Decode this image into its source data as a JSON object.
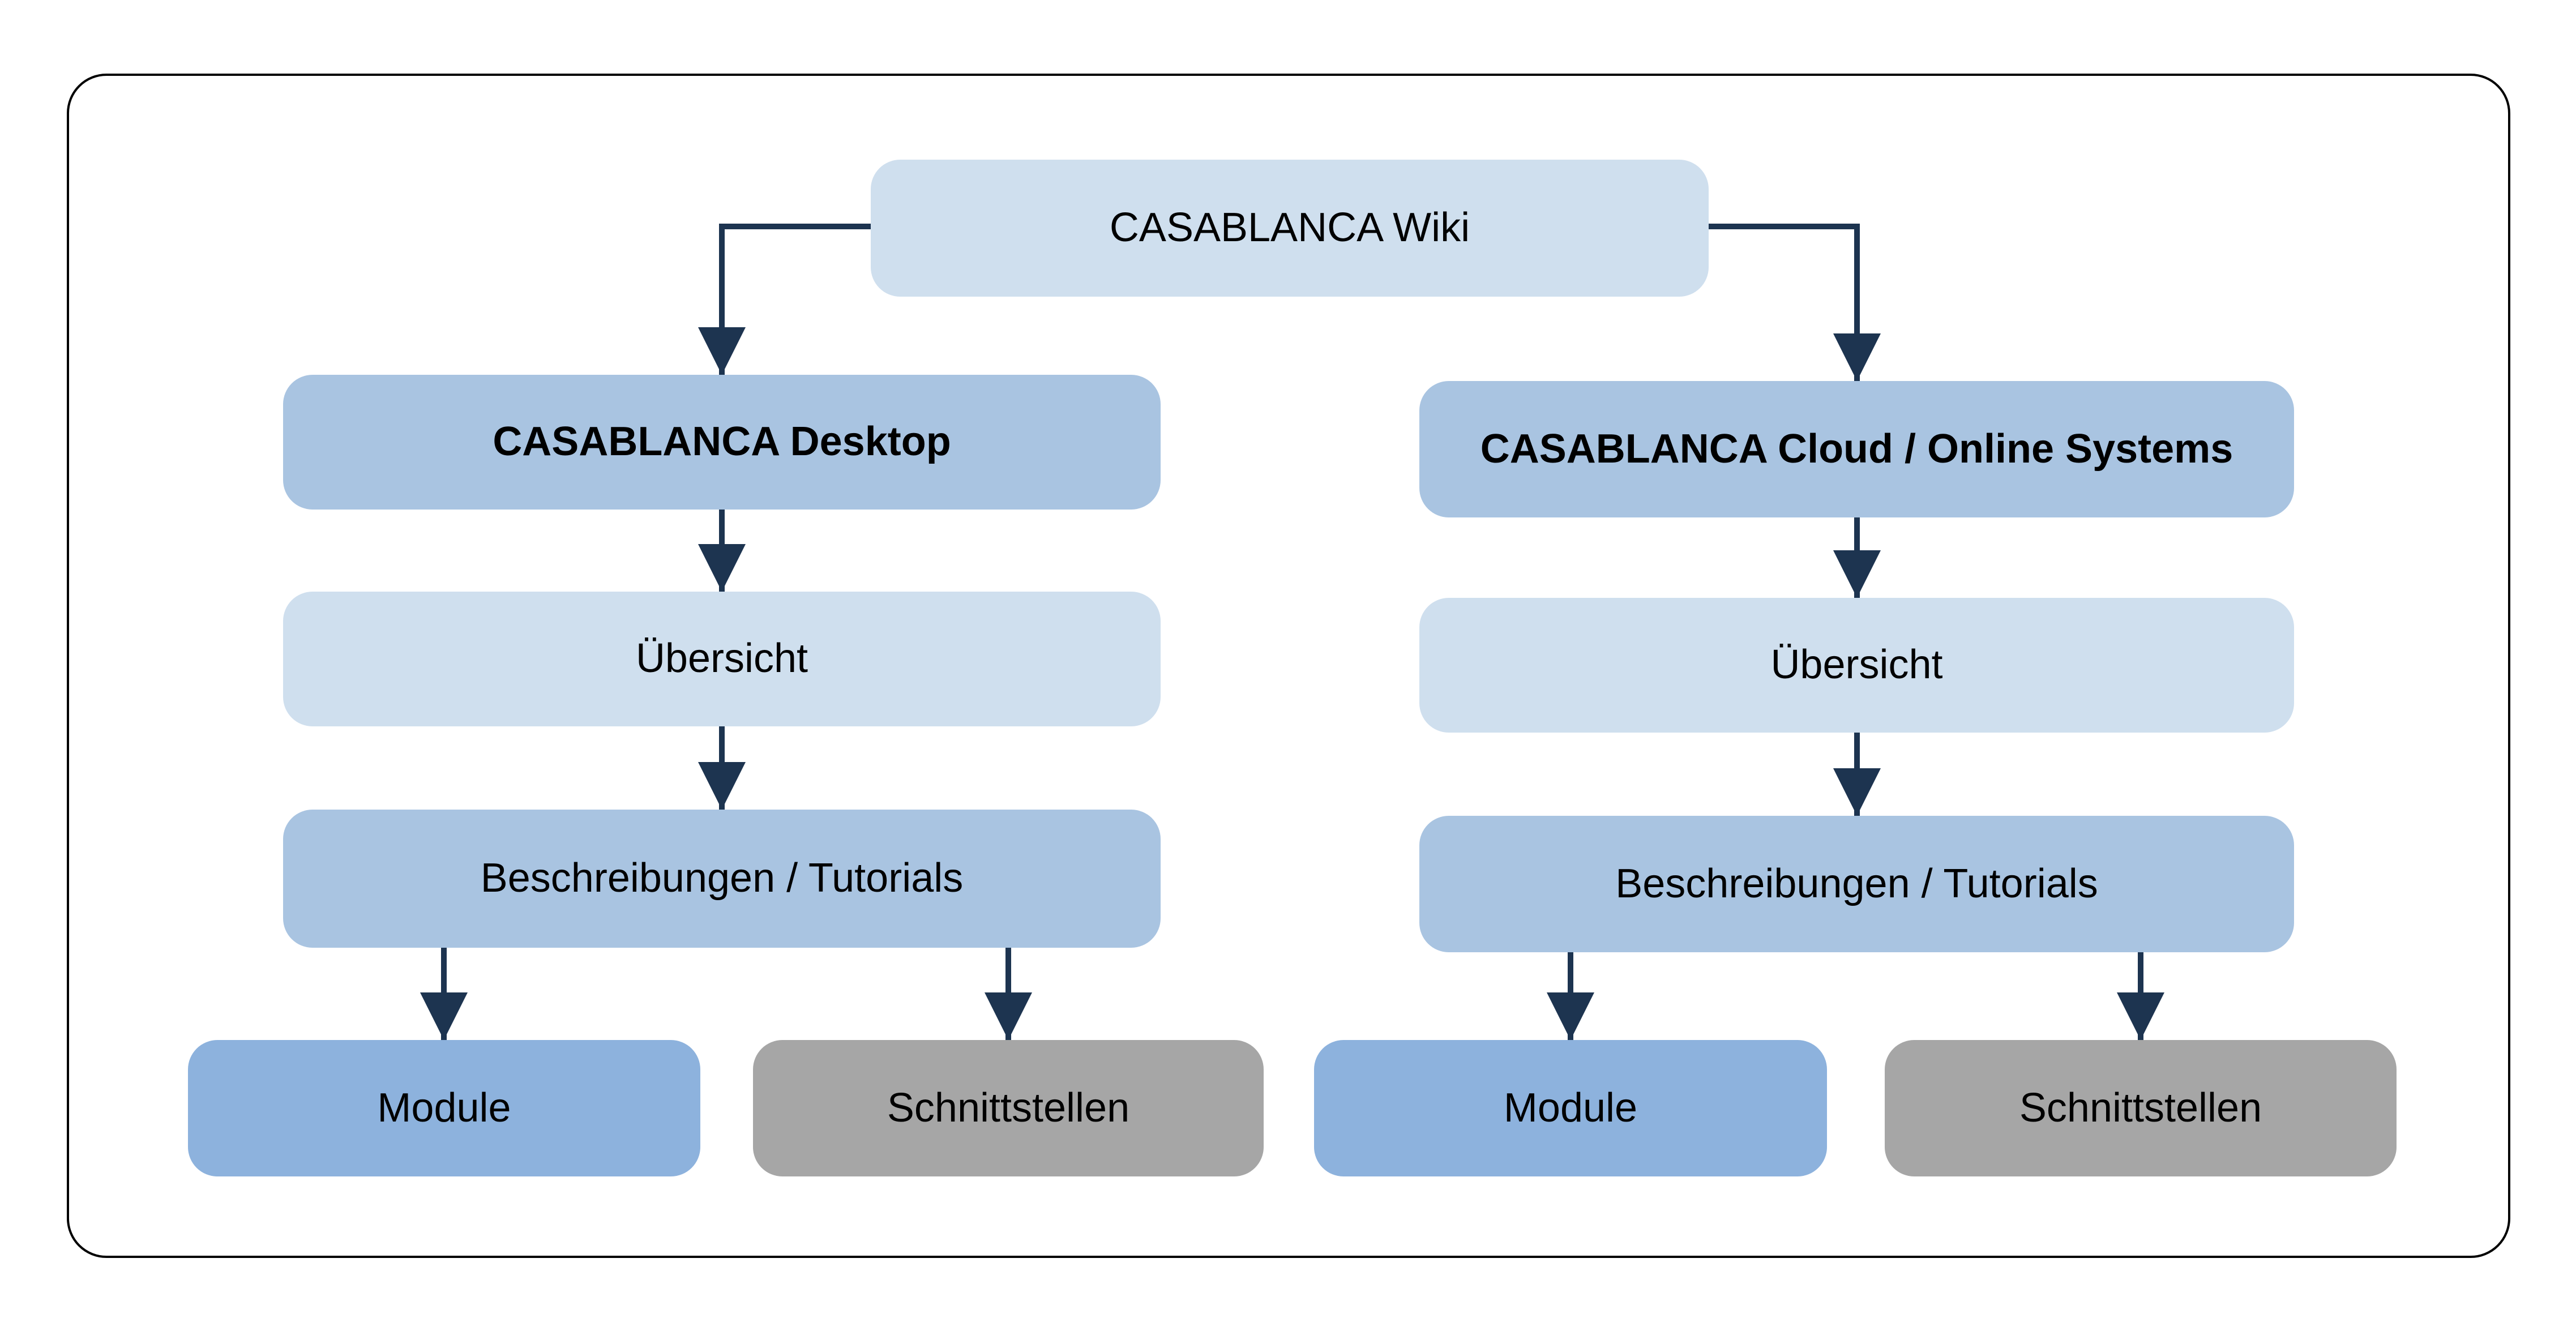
{
  "diagram": {
    "root": {
      "label": "CASABLANCA Wiki"
    },
    "branches": [
      {
        "title": "CASABLANCA Desktop",
        "overview_label": "Übersicht",
        "descriptions_label": "Beschreibungen / Tutorials",
        "children": [
          {
            "label": "Module"
          },
          {
            "label": "Schnittstellen"
          }
        ]
      },
      {
        "title": "CASABLANCA Cloud / Online Systems",
        "overview_label": "Übersicht",
        "descriptions_label": "Beschreibungen / Tutorials",
        "children": [
          {
            "label": "Module"
          },
          {
            "label": "Schnittstellen"
          }
        ]
      }
    ]
  },
  "colors": {
    "root_fill": "#cfdfee",
    "level2_fill": "#a9c4e1",
    "overview_fill": "#cfdfee",
    "descriptions_fill": "#a9c4e1",
    "module_fill": "#8db2dd",
    "interface_fill": "#a6a6a6",
    "arrow": "#1d3450",
    "frame_border": "#000000",
    "background": "#ffffff",
    "text": "#000000"
  }
}
